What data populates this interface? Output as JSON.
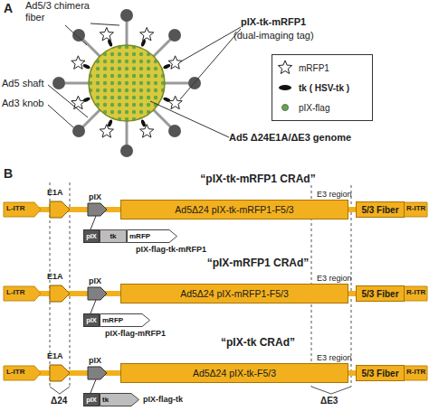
{
  "diagram": {
    "nodes": [
      {
        "text": [
          "Ad5Δ24 pIX-tk-mRFP1-F5/3"
        ]
      },
      {
        "text": [
          "5/3 Fiber"
        ]
      },
      {
        "text": [
          "pIX"
        ]
      },
      {
        "text": [
          "tk"
        ]
      },
      {
        "text": [
          "mRFP"
        ]
      },
      {
        "text": [
          "Ad5Δ24 pIX-mRFP1-F5/3"
        ]
      },
      {
        "text": [
          "5/3 Fiber"
        ]
      },
      {
        "text": [
          "pIX"
        ]
      },
      {
        "text": [
          "mRFP"
        ]
      },
      {
        "text": [
          "Ad5Δ24 pIX-tk-F5/3"
        ]
      },
      {
        "text": [
          "5/3 Fiber"
        ]
      },
      {
        "text": [
          "pIX"
        ]
      },
      {
        "text": [
          "tk"
        ]
      }
    ],
    "labels": [
      "A",
      "Ad5/3 chimera fiber",
      "Ad5 shaft",
      "Ad3 knob",
      "pIX-tk-mRFP1",
      "(dual-imaging tag)",
      "Ad5 Δ24E1A/ΔE3 genome",
      "B",
      "“pIX-tk-mRFP1 CRAd”",
      "E1A",
      "pIX",
      "E3 region",
      "L-ITR",
      "R-ITR",
      "pIX-flag-tk-mRFP1",
      "“pIX-mRFP1 CRAd”",
      "E1A",
      "pIX",
      "E3 region",
      "L-ITR",
      "R-ITR",
      "pIX-flag-mRFP1",
      "“pIX-tk CRAd”",
      "E1A",
      "pIX",
      "E3 region",
      "L-ITR",
      "R-ITR",
      "pIX-flag-tk",
      "Δ24",
      "ΔE3"
    ],
    "legend": [
      {
        "text": "mRFP1"
      },
      {
        "text": "tk ( HSV-tk )"
      },
      {
        "text": "pIX-flag"
      }
    ]
  }
}
